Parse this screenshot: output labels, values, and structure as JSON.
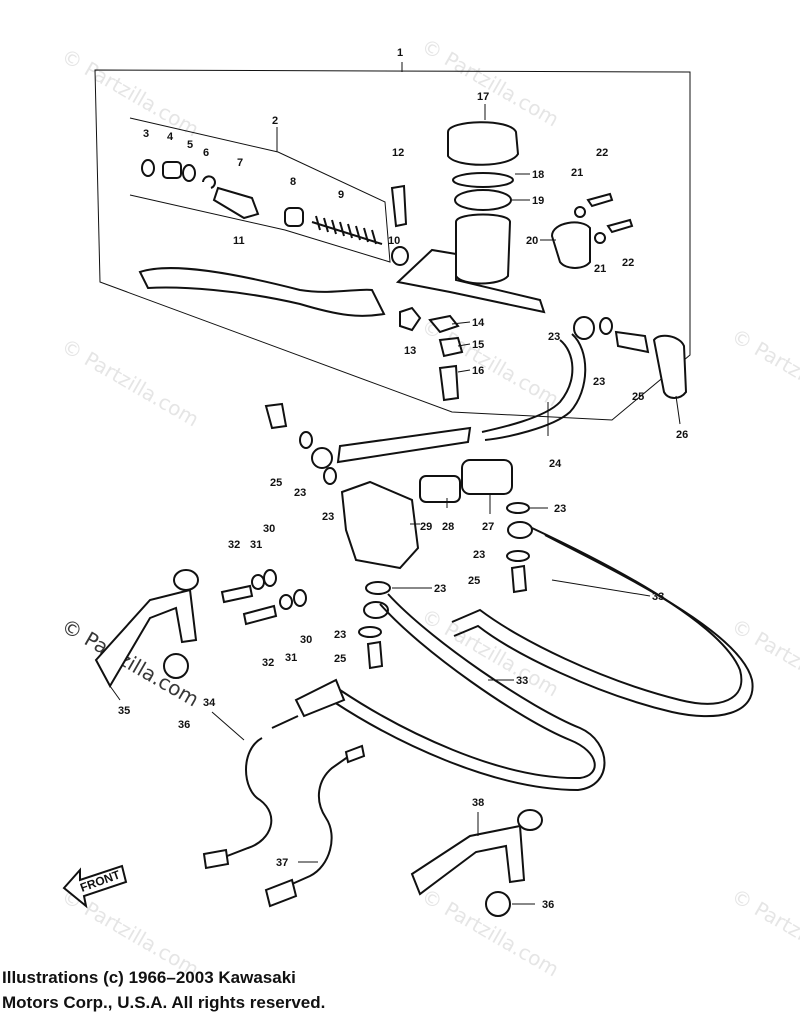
{
  "watermark": {
    "text": "© Partzilla.com"
  },
  "front_arrow": {
    "text": "FRONT"
  },
  "copyright": {
    "line1": "Illustrations (c) 1966–2003 Kawasaki",
    "line2": "Motors Corp., U.S.A.  All rights reserved."
  },
  "callouts": {
    "c1": "1",
    "c2": "2",
    "c3": "3",
    "c4": "4",
    "c5": "5",
    "c6": "6",
    "c7": "7",
    "c8": "8",
    "c9": "9",
    "c10": "10",
    "c11": "11",
    "c12": "12",
    "c13": "13",
    "c14": "14",
    "c15": "15",
    "c16": "16",
    "c17": "17",
    "c18": "18",
    "c19": "19",
    "c20": "20",
    "c21a": "21",
    "c21b": "21",
    "c22a": "22",
    "c22b": "22",
    "c23a": "23",
    "c23b": "23",
    "c23c": "23",
    "c23d": "23",
    "c23e": "23",
    "c23f": "23",
    "c23g": "23",
    "c23h": "23",
    "c24": "24",
    "c25a": "25",
    "c25b": "25",
    "c25c": "25",
    "c25d": "25",
    "c26": "26",
    "c27": "27",
    "c28": "28",
    "c29": "29",
    "c30a": "30",
    "c30b": "30",
    "c31a": "31",
    "c31b": "31",
    "c32a": "32",
    "c32b": "32",
    "c33a": "33",
    "c33b": "33",
    "c34": "34",
    "c35": "35",
    "c36a": "36",
    "c36b": "36",
    "c37": "37",
    "c38": "38"
  }
}
